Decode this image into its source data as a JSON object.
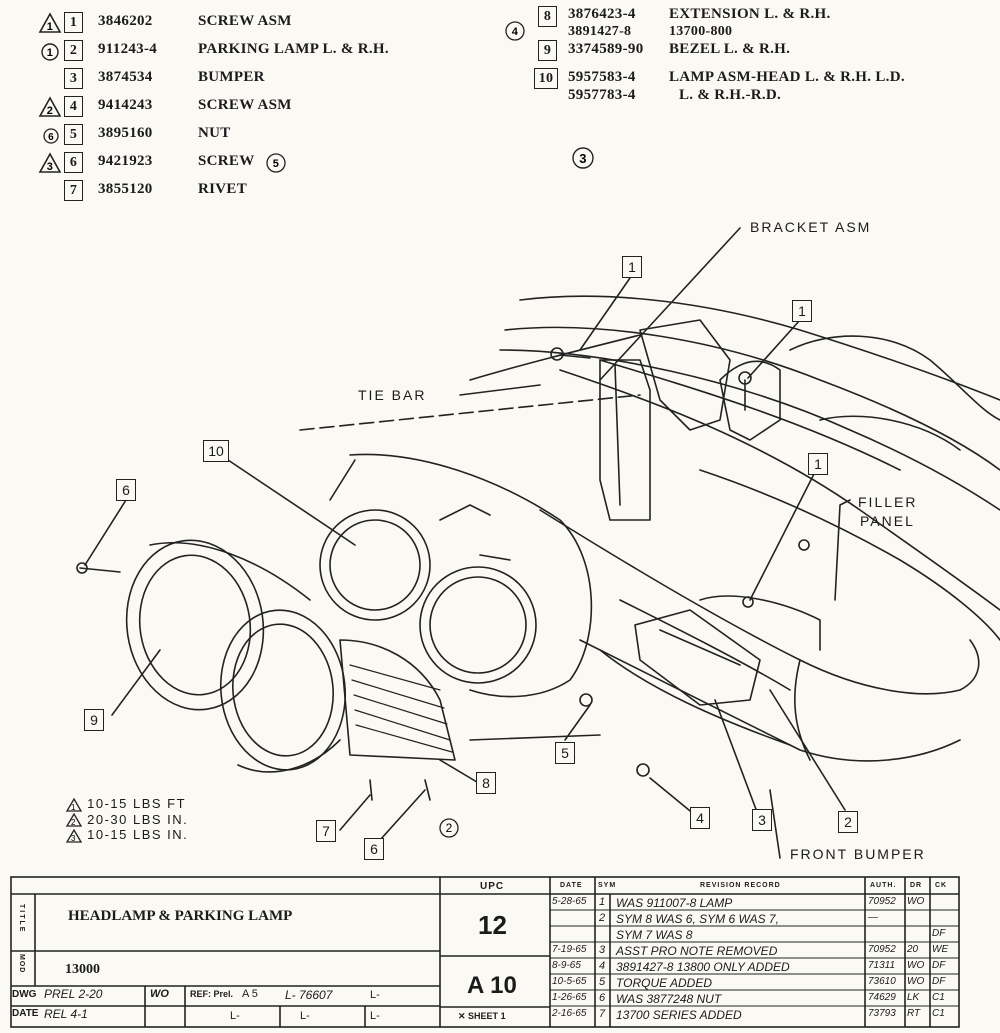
{
  "parts_list": [
    {
      "ref": "1",
      "note": "1",
      "part_no": "3846202",
      "name": "SCREW ASM"
    },
    {
      "ref": "2",
      "note": "1",
      "part_no": "911243-4",
      "name": "PARKING LAMP L. & R.H."
    },
    {
      "ref": "3",
      "note": "",
      "part_no": "3874534",
      "name": "BUMPER"
    },
    {
      "ref": "4",
      "note": "2",
      "part_no": "9414243",
      "name": "SCREW ASM"
    },
    {
      "ref": "5",
      "note": "6",
      "part_no": "3895160",
      "name": "NUT"
    },
    {
      "ref": "6",
      "note": "3",
      "part_no": "9421923",
      "name": "SCREW",
      "mark": "5"
    },
    {
      "ref": "7",
      "note": "",
      "part_no": "3855120",
      "name": "RIVET"
    },
    {
      "ref": "8",
      "note": "4",
      "part_no": "3876423-4",
      "name": "EXTENSION L. & R.H.",
      "part_no_2": "3891427-8",
      "name_2": "13700-800"
    },
    {
      "ref": "9",
      "note": "",
      "part_no": "3374589-90",
      "name": "BEZEL L. & R.H."
    },
    {
      "ref": "10",
      "note": "",
      "part_no": "5957583-4",
      "name": "LAMP ASM-HEAD L. & R.H. L.D.",
      "part_no_2": "5957783-4",
      "name_2": "L. & R.H.-R.D."
    }
  ],
  "marks": {
    "circle_3": "3",
    "circle_2": "2"
  },
  "labels": {
    "bracket_asm": "BRACKET ASM",
    "tie_bar": "TIE BAR",
    "filler_panel_1": "FILLER",
    "filler_panel_2": "PANEL",
    "front_bumper": "FRONT BUMPER"
  },
  "callouts": [
    "1",
    "1",
    "1",
    "10",
    "6",
    "9",
    "7",
    "6",
    "8",
    "5",
    "4",
    "3",
    "2"
  ],
  "torque_notes": [
    {
      "mark": "1",
      "text": "10-15 LBS FT"
    },
    {
      "mark": "2",
      "text": "20-30 LBS IN."
    },
    {
      "mark": "3",
      "text": "10-15 LBS IN."
    }
  ],
  "title_block": {
    "title": "HEADLAMP & PARKING LAMP",
    "model_label": "MOD",
    "model": "13000",
    "title_label": "TITLE",
    "upc_label": "UPC",
    "upc": "12",
    "page": "A 10",
    "sheet_label": "SHEET",
    "sheet_no": "1",
    "dwg_label": "DWG",
    "dwg_value": "PREL 2-20",
    "dwg_init": "WO",
    "date_label": "DATE",
    "date_value": "REL 4-1",
    "ref_label": "REF: Prel.",
    "ref_value": "A 5",
    "l_no": "L- 76607",
    "l_blank_1": "L-",
    "l_blank_2": "L-",
    "l_blank_3": "L-",
    "l_blank_4": "L-"
  },
  "revision_headers": {
    "date": "DATE",
    "sym": "SYM",
    "record": "REVISION RECORD",
    "auth": "AUTH.",
    "dr": "DR",
    "ck": "CK"
  },
  "revisions": [
    {
      "date": "5-28-65",
      "sym": "1",
      "record": "WAS 911007-8 LAMP",
      "auth": "70952",
      "dr": "WO",
      "ck": ""
    },
    {
      "date": "",
      "sym": "2",
      "record": "SYM 8 WAS 6, SYM 6 WAS 7,",
      "auth": "—",
      "dr": "",
      "ck": ""
    },
    {
      "date": "",
      "sym": "",
      "record": "SYM 7 WAS 8",
      "auth": "",
      "dr": "",
      "ck": "DF"
    },
    {
      "date": "7-19-65",
      "sym": "3",
      "record": "ASST PRO NOTE REMOVED",
      "auth": "70952",
      "dr": "20",
      "ck": "WE"
    },
    {
      "date": "8-9-65",
      "sym": "4",
      "record": "3891427-8 13800 ONLY ADDED",
      "auth": "71311",
      "dr": "WO",
      "ck": "DF"
    },
    {
      "date": "10-5-65",
      "sym": "5",
      "record": "TORQUE ADDED",
      "auth": "73610",
      "dr": "WO",
      "ck": "DF"
    },
    {
      "date": "1-26-65",
      "sym": "6",
      "record": "WAS 3877248 NUT",
      "auth": "74629",
      "dr": "LK",
      "ck": "C1"
    },
    {
      "date": "2-16-65",
      "sym": "7",
      "record": "13700 SERIES ADDED",
      "auth": "73793",
      "dr": "RT",
      "ck": "C1"
    }
  ]
}
